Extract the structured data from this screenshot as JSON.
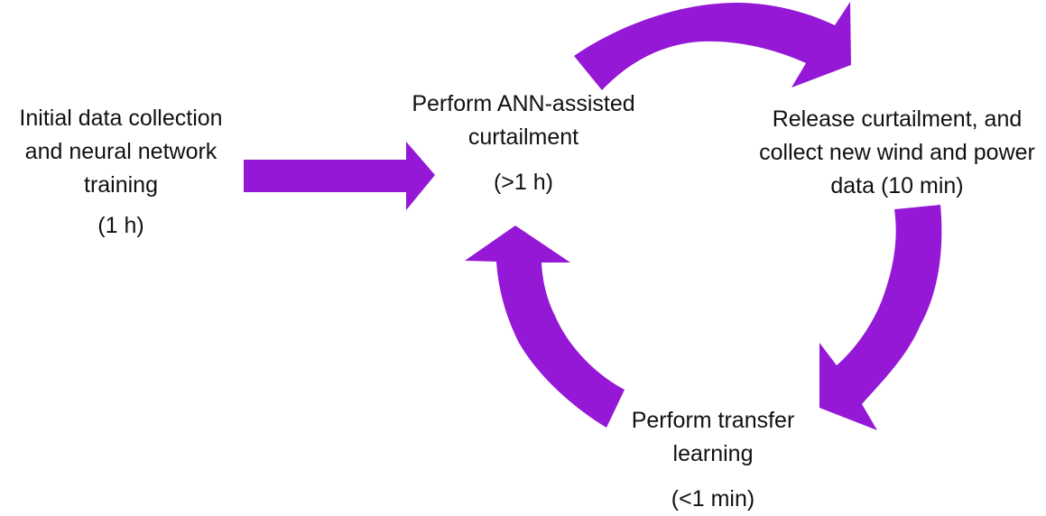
{
  "diagram": {
    "arrow_color": "#9418d6",
    "text_color": "#111111",
    "nodes": {
      "initial": {
        "label": "Initial data collection and neural network training",
        "duration": "(1 h)"
      },
      "curtail": {
        "label": "Perform ANN-assisted curtailment",
        "duration": "(>1 h)"
      },
      "release": {
        "label": "Release curtailment, and collect new wind and power data (10 min)"
      },
      "transfer": {
        "label": "Perform transfer learning",
        "duration": "(<1 min)"
      }
    },
    "edges": [
      {
        "from": "initial",
        "to": "curtail",
        "shape": "straight"
      },
      {
        "from": "curtail",
        "to": "release",
        "shape": "curved"
      },
      {
        "from": "release",
        "to": "transfer",
        "shape": "curved"
      },
      {
        "from": "transfer",
        "to": "curtail",
        "shape": "curved"
      }
    ]
  }
}
